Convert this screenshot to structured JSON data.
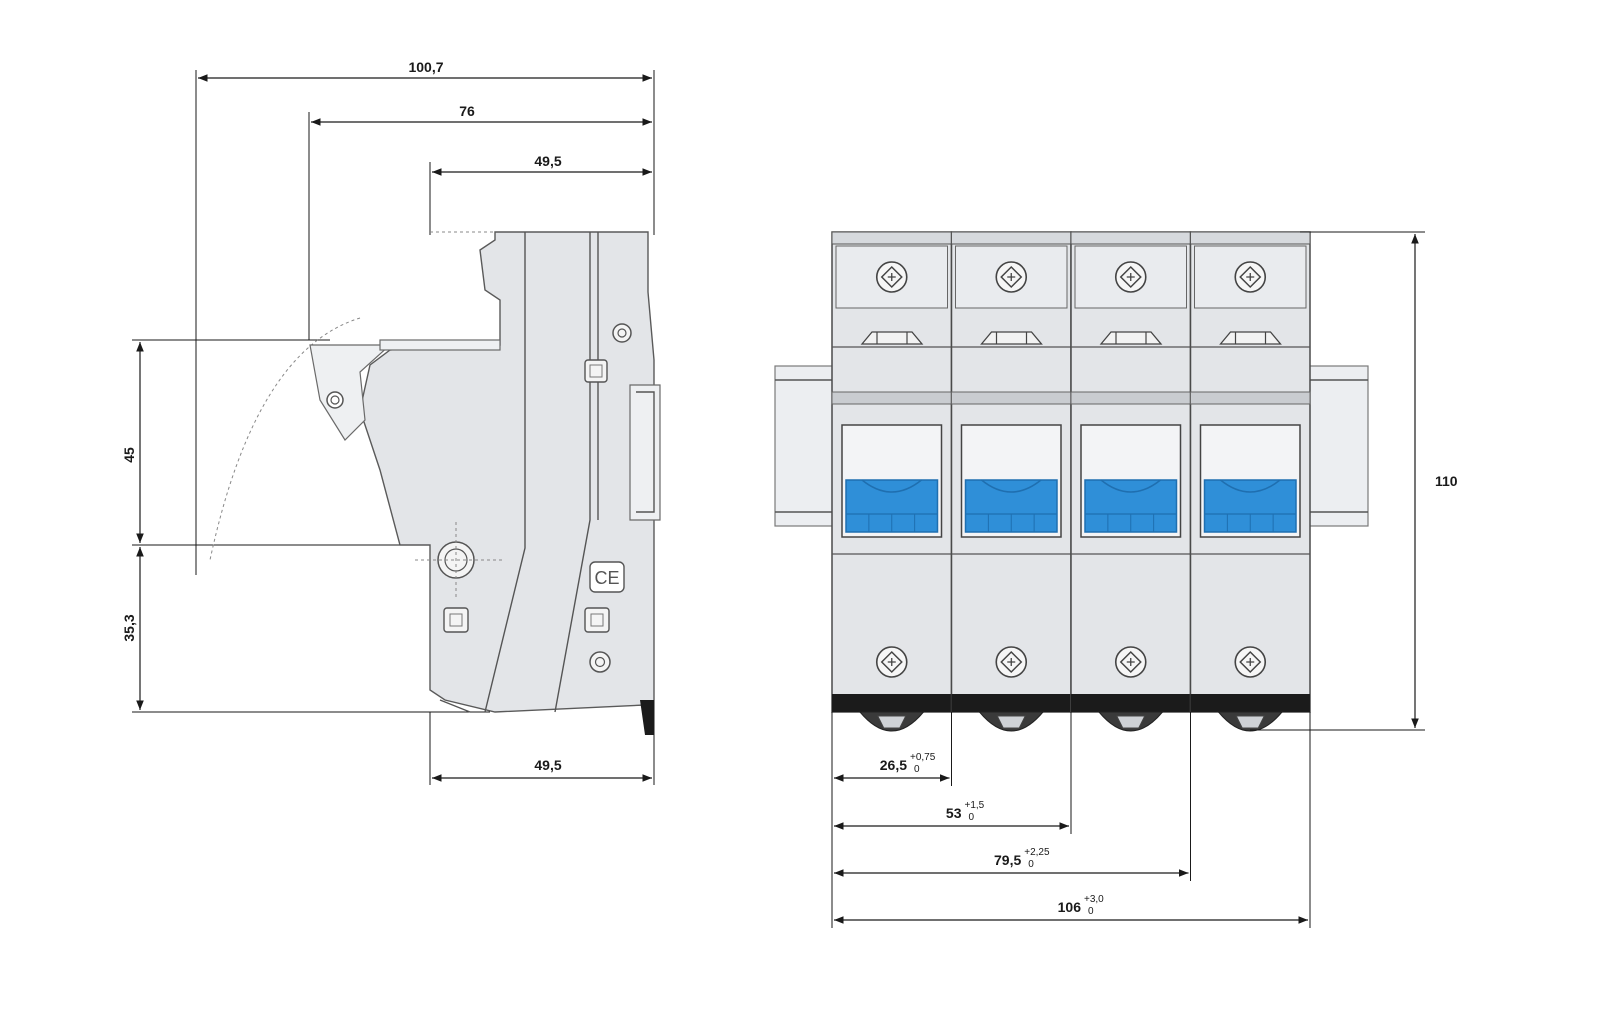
{
  "colors": {
    "line": "#1a1a1a",
    "housing": "#e3e5e8",
    "housing_dark": "#c9ccd0",
    "handle_blue": "#2f8fd8",
    "handle_blue_dark": "#1f6fb0",
    "terminal_black": "#1b1b1b"
  },
  "side_view": {
    "dim_overall_depth": "100,7",
    "dim_depth_open": "76",
    "dim_depth_top": "49,5",
    "dim_depth_bottom": "49,5",
    "dim_height_upper": "45",
    "dim_height_lower": "35,3",
    "ce_mark": "CE"
  },
  "front_view": {
    "pole_count": 4,
    "dim_height": "110",
    "widths": [
      {
        "value": "26,5",
        "tol_upper": "+0,75",
        "tol_lower": "0"
      },
      {
        "value": "53",
        "tol_upper": "+1,5",
        "tol_lower": "0"
      },
      {
        "value": "79,5",
        "tol_upper": "+2,25",
        "tol_lower": "0"
      },
      {
        "value": "106",
        "tol_upper": "+3,0",
        "tol_lower": "0"
      }
    ]
  }
}
